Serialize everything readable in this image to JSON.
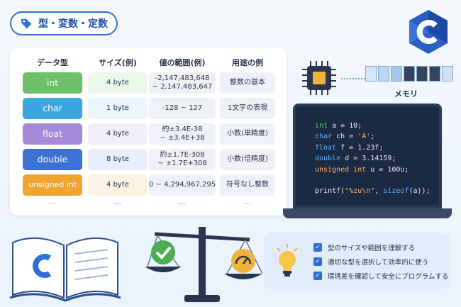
{
  "title": "型・変数・定数",
  "table": {
    "headers": [
      "データ型",
      "サイズ(例)",
      "値の範囲(例)",
      "用途の例"
    ],
    "rows": [
      {
        "type": "int",
        "size": "4 byte",
        "range1": "-2,147,483,648",
        "range2": "~ 2,147,483,647",
        "use": "整数の基本",
        "color": "#6cc069"
      },
      {
        "type": "char",
        "size": "1 byte",
        "range1": "-128 ~ 127",
        "range2": "",
        "use": "1文字の表現",
        "color": "#3aa6e0"
      },
      {
        "type": "float",
        "size": "4 byte",
        "range1": "約±3.4E-38",
        "range2": "~ ±3.4E+38",
        "use": "小数(単精度)",
        "color": "#a48ad8"
      },
      {
        "type": "double",
        "size": "8 byte",
        "range1": "約±1.7E-308",
        "range2": "~ ±1.7E+308",
        "use": "小数(倍精度)",
        "color": "#3a71d2"
      },
      {
        "type": "unsigned int",
        "size": "4 byte",
        "range1": "0 ~ 4,294,967,295",
        "range2": "",
        "use": "符号なし整数",
        "color": "#f1a531"
      }
    ],
    "ellipsis": "..."
  },
  "memory": {
    "label": "メモリ"
  },
  "code": {
    "line1_type": "int",
    "line1_rest": " a = 10;",
    "line2_type": "char",
    "line2_rest": " ch = ",
    "line2_str": "'A'",
    "line2_end": ";",
    "line3_type": "float",
    "line3_rest": " f = 1.23f;",
    "line4_type": "double",
    "line4_rest": " d = 3.14159;",
    "line5_type": "unsigned int",
    "line5_rest": " u = 100u;",
    "line6_fn": "printf(",
    "line6_str": "\"%zu\\n\"",
    "line6_mid": ", ",
    "line6_kw": "sizeof",
    "line6_end": "(a));"
  },
  "tips": [
    "型のサイズや範囲を理解する",
    "適切な型を選択して効率的に使う",
    "環境差を確認して安全にプログラムする"
  ],
  "icons": {
    "logo": "c-language-logo",
    "tag": "tag-icon",
    "chip": "cpu-chip-icon",
    "bulb": "lightbulb-icon",
    "book": "open-book-icon",
    "scale": "balance-scale-icon"
  }
}
